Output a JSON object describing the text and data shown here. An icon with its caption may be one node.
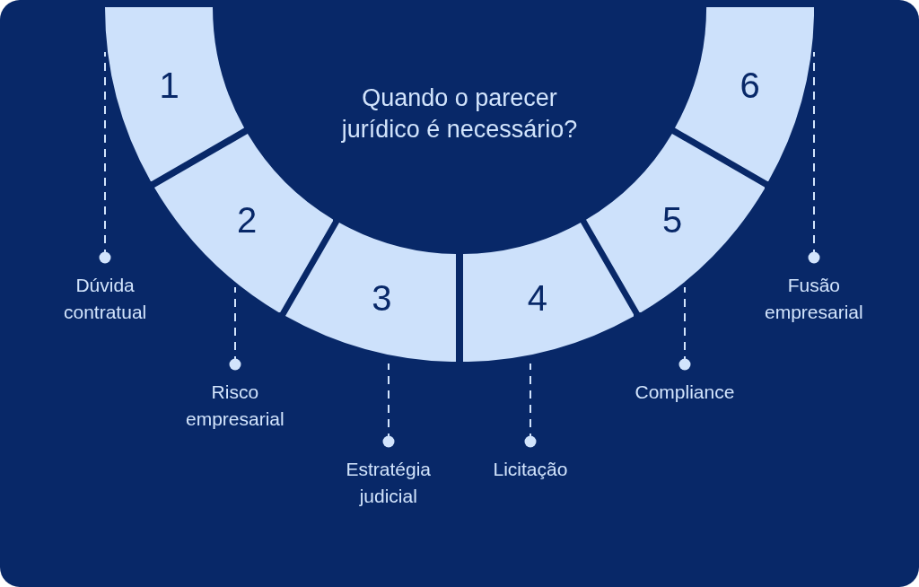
{
  "diagram": {
    "title": "Quando o parecer jurídico é necessário?",
    "nodes": [
      {
        "text": [
          "1"
        ]
      },
      {
        "text": [
          "2"
        ]
      },
      {
        "text": [
          "3"
        ]
      },
      {
        "text": [
          "4"
        ]
      },
      {
        "text": [
          "5"
        ]
      },
      {
        "text": [
          "6"
        ]
      },
      {
        "text": [
          "Dúvida contratual"
        ]
      },
      {
        "text": [
          "Risco empresarial"
        ]
      },
      {
        "text": [
          "Estratégia judicial"
        ]
      },
      {
        "text": [
          "Licitação"
        ]
      },
      {
        "text": [
          "Compliance"
        ]
      },
      {
        "text": [
          "Fusão empresarial"
        ]
      }
    ],
    "edges": [
      {
        "from": 6,
        "to": 0,
        "arrow": "other",
        "style": "dashed"
      },
      {
        "from": 7,
        "to": 1,
        "arrow": "other",
        "style": "dashed"
      },
      {
        "from": 8,
        "to": 2,
        "arrow": "other",
        "style": "dashed"
      },
      {
        "from": 9,
        "to": 3,
        "arrow": "other",
        "style": "dashed"
      },
      {
        "from": 10,
        "to": 4,
        "arrow": "other",
        "style": "dashed"
      },
      {
        "from": 11,
        "to": 5,
        "arrow": "other",
        "style": "dashed"
      }
    ]
  }
}
